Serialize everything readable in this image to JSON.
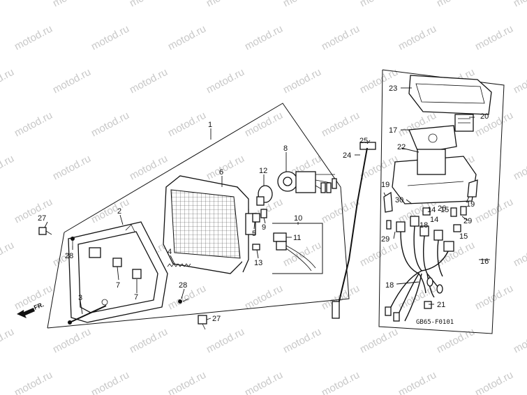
{
  "watermark": {
    "text": "motod.ru",
    "color": "#c8c8c8"
  },
  "diagram_code": "GB65-F0101",
  "direction_label": "FR.",
  "callouts": [
    {
      "id": "c1",
      "label": "1"
    },
    {
      "id": "c2",
      "label": "2"
    },
    {
      "id": "c3",
      "label": "3"
    },
    {
      "id": "c4",
      "label": "4"
    },
    {
      "id": "c5",
      "label": "5"
    },
    {
      "id": "c6",
      "label": "6"
    },
    {
      "id": "c7a",
      "label": "7"
    },
    {
      "id": "c7b",
      "label": "7"
    },
    {
      "id": "c8",
      "label": "8"
    },
    {
      "id": "c9",
      "label": "9"
    },
    {
      "id": "c10",
      "label": "10"
    },
    {
      "id": "c11",
      "label": "11"
    },
    {
      "id": "c12",
      "label": "12"
    },
    {
      "id": "c13",
      "label": "13"
    },
    {
      "id": "c14a",
      "label": "14"
    },
    {
      "id": "c14b",
      "label": "14"
    },
    {
      "id": "c15a",
      "label": "15"
    },
    {
      "id": "c15b",
      "label": "15"
    },
    {
      "id": "c16",
      "label": "16"
    },
    {
      "id": "c17",
      "label": "17"
    },
    {
      "id": "c18a",
      "label": "18"
    },
    {
      "id": "c18b",
      "label": "18"
    },
    {
      "id": "c19a",
      "label": "19"
    },
    {
      "id": "c19b",
      "label": "19"
    },
    {
      "id": "c20",
      "label": "20"
    },
    {
      "id": "c21",
      "label": "21"
    },
    {
      "id": "c22",
      "label": "22"
    },
    {
      "id": "c23",
      "label": "23"
    },
    {
      "id": "c24",
      "label": "24"
    },
    {
      "id": "c25",
      "label": "25"
    },
    {
      "id": "c26",
      "label": "26"
    },
    {
      "id": "c27a",
      "label": "27"
    },
    {
      "id": "c27b",
      "label": "27"
    },
    {
      "id": "c28a",
      "label": "28"
    },
    {
      "id": "c28b",
      "label": "28"
    },
    {
      "id": "c29a",
      "label": "29"
    },
    {
      "id": "c29b",
      "label": "29"
    },
    {
      "id": "c30",
      "label": "30"
    }
  ]
}
